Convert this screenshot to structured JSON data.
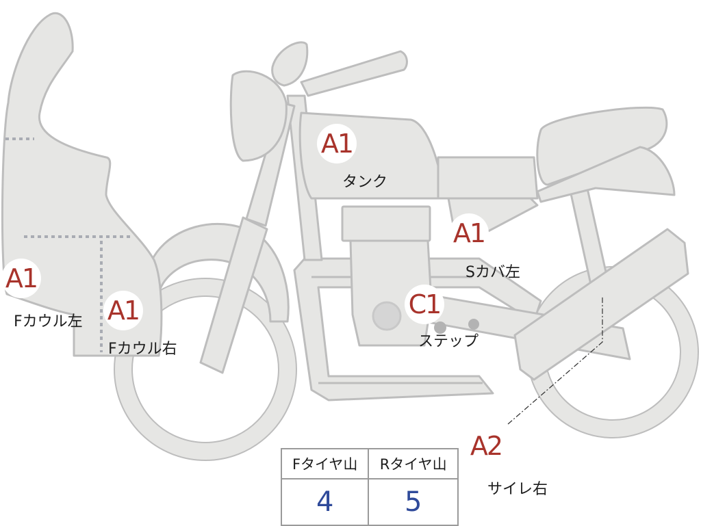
{
  "colors": {
    "body_fill": "#e6e6e4",
    "outline": "#bdbdbd",
    "grade_text": "#a8332b",
    "value_text": "#2f4a9a",
    "dotted_line": "#a9acb3"
  },
  "parts": [
    {
      "id": "f-cowl-left",
      "grade": "A1",
      "label": "Fカウル左"
    },
    {
      "id": "f-cowl-right",
      "grade": "A1",
      "label": "Fカウル右"
    },
    {
      "id": "tank",
      "grade": "A1",
      "label": "タンク"
    },
    {
      "id": "side-cover-left",
      "grade": "A1",
      "label": "Sカバ左"
    },
    {
      "id": "step",
      "grade": "C1",
      "label": "ステップ"
    },
    {
      "id": "muffler-right",
      "grade": "A2",
      "label": "サイレ右"
    }
  ],
  "tire_table": {
    "headers": [
      "Fタイヤ山",
      "Rタイヤ山"
    ],
    "values": [
      "4",
      "5"
    ]
  }
}
